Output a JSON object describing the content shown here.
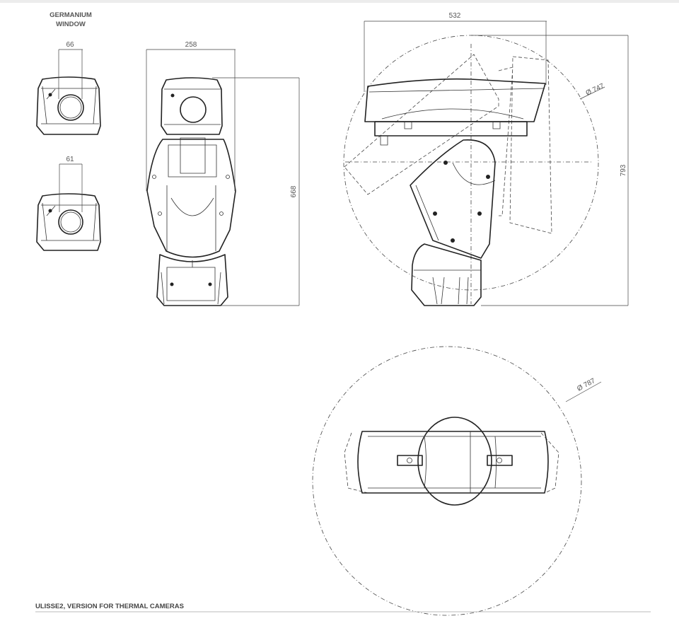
{
  "header": {
    "germanium_line1": "GERMANIUM",
    "germanium_line2": "WINDOW"
  },
  "dimensions": {
    "window_66": "66",
    "window_61": "61",
    "front_width": "258",
    "front_height": "668",
    "side_width": "532",
    "side_diameter": "Ø 747",
    "side_height": "793",
    "top_diameter": "Ø 787"
  },
  "footer": {
    "caption": "ULISSE2, VERSION FOR THERMAL CAMERAS"
  }
}
